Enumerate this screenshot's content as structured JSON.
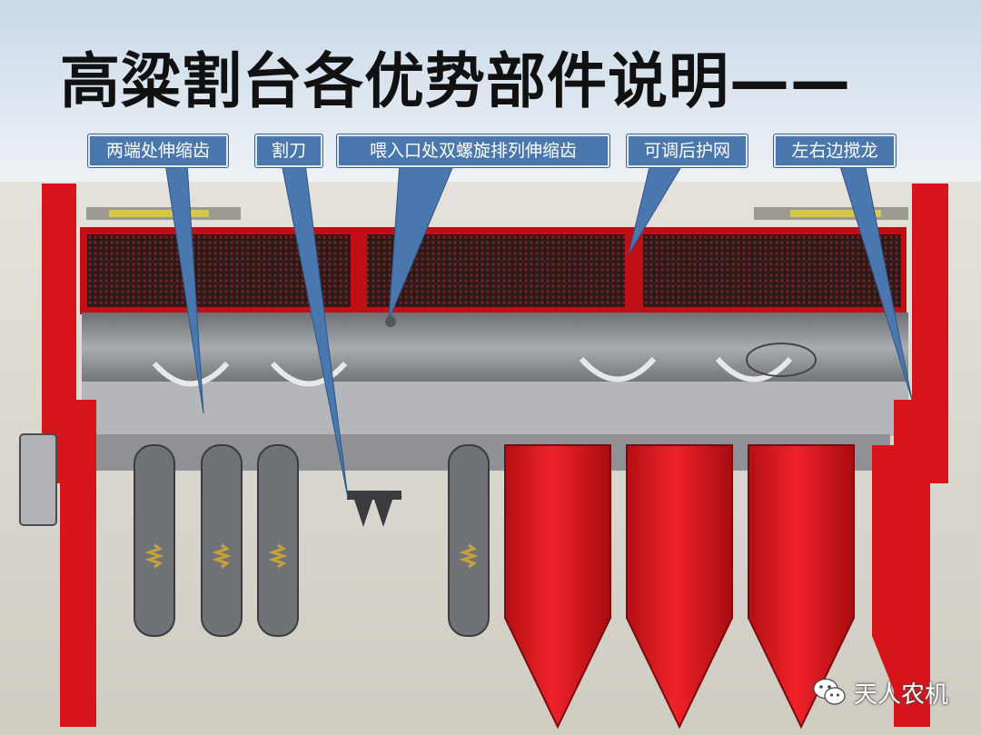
{
  "title": "高粱割台各优势部件说明——",
  "callouts": [
    "两端处伸缩齿",
    "割刀",
    "喂入口处双螺旋排列伸缩齿",
    "可调后护网",
    "左右边搅龙"
  ],
  "brand": {
    "name": "天人农机",
    "icon": "wechat-icon"
  },
  "colors": {
    "frame_red": "#d8141b",
    "callout_blue": "#4a77ae",
    "auger_gray": "#8a8d93"
  }
}
